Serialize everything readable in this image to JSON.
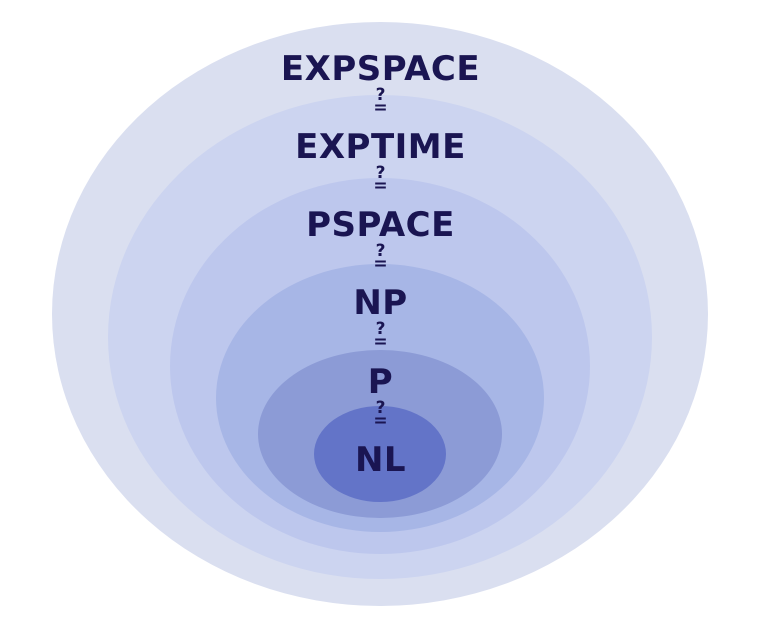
{
  "colors": {
    "text": "#1a1552",
    "expspace": "#dadff0",
    "exptime": "#ccd4f0",
    "pspace": "#bdc7ed",
    "np": "#a7b6e6",
    "p": "#8c9bd6",
    "nl": "#6374c8"
  },
  "classes": [
    {
      "key": "expspace",
      "label": "EXPSPACE"
    },
    {
      "key": "exptime",
      "label": "EXPTIME"
    },
    {
      "key": "pspace",
      "label": "PSPACE"
    },
    {
      "key": "np",
      "label": "NP"
    },
    {
      "key": "p",
      "label": "P"
    },
    {
      "key": "nl",
      "label": "NL"
    }
  ],
  "relation": {
    "question": "?",
    "equals": "="
  }
}
